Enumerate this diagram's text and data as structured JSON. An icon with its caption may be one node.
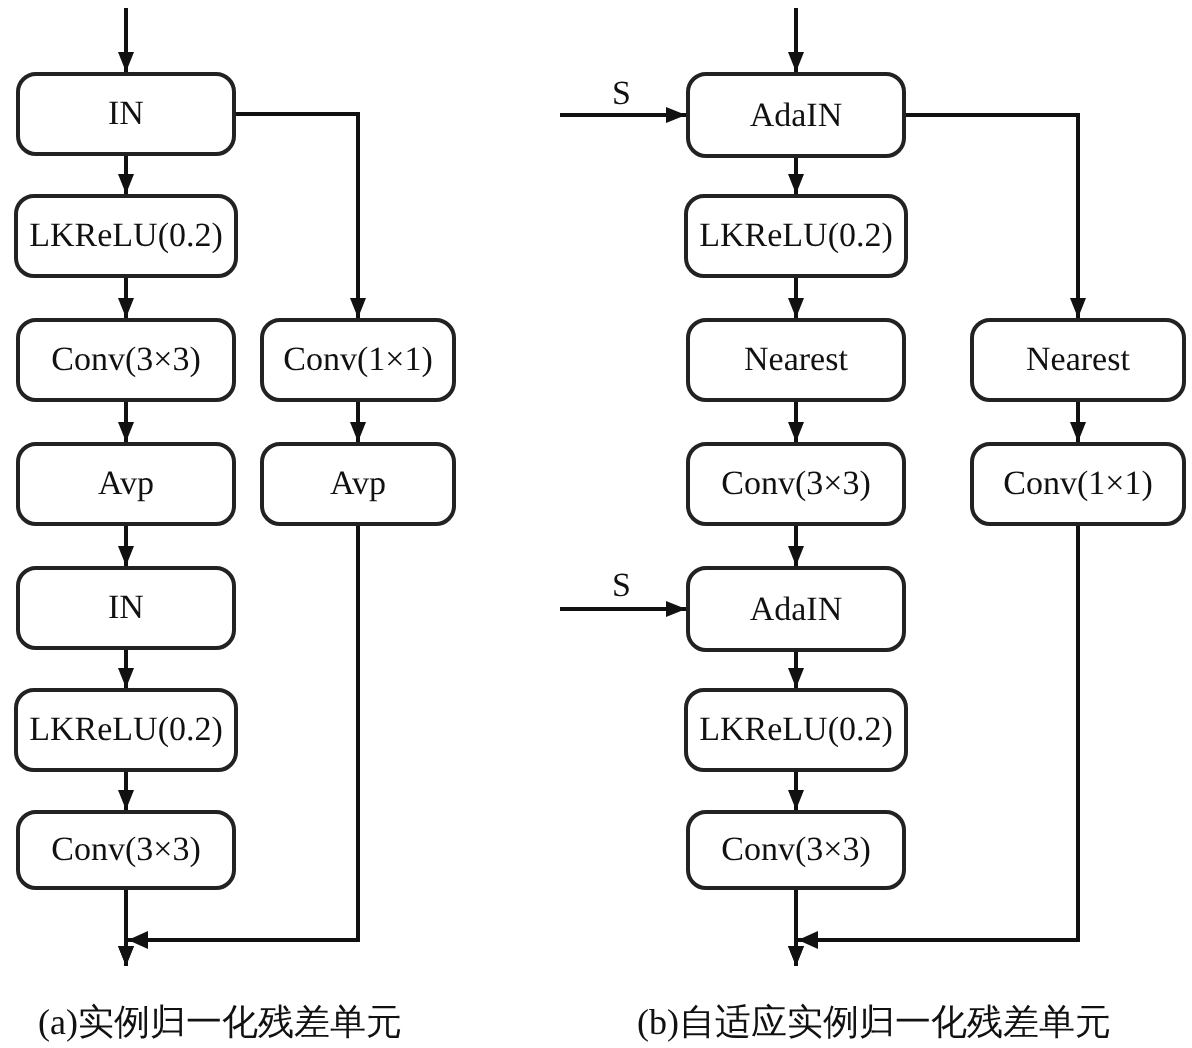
{
  "diagram": {
    "nodes": [
      {
        "text": [
          "IN"
        ]
      },
      {
        "text": [
          "LKReLU(0.2)"
        ]
      },
      {
        "text": [
          "Conv(3×3)"
        ]
      },
      {
        "text": [
          "Conv(1×1)"
        ]
      },
      {
        "text": [
          "Avp"
        ]
      },
      {
        "text": [
          "Avp"
        ]
      },
      {
        "text": [
          "IN"
        ]
      },
      {
        "text": [
          "LKReLU(0.2)"
        ]
      },
      {
        "text": [
          "Conv(3×3)"
        ]
      },
      {
        "text": [
          "AdaIN"
        ]
      },
      {
        "text": [
          "LKReLU(0.2)"
        ]
      },
      {
        "text": [
          "Nearest"
        ]
      },
      {
        "text": [
          "Nearest"
        ]
      },
      {
        "text": [
          "Conv(3×3)"
        ]
      },
      {
        "text": [
          "Conv(1×1)"
        ]
      },
      {
        "text": [
          "AdaIN"
        ]
      },
      {
        "text": [
          "LKReLU(0.2)"
        ]
      },
      {
        "text": [
          "Conv(3×3)"
        ]
      }
    ],
    "edges": [
      {
        "from": null,
        "to": 0,
        "arrow": "to"
      },
      {
        "from": 0,
        "to": 1,
        "arrow": "to"
      },
      {
        "from": 1,
        "to": 2,
        "arrow": "to"
      },
      {
        "from": 0,
        "to": 3,
        "arrow": "to"
      },
      {
        "from": 2,
        "to": 4,
        "arrow": "to"
      },
      {
        "from": 3,
        "to": 5,
        "arrow": "to"
      },
      {
        "from": 4,
        "to": 6,
        "arrow": "to"
      },
      {
        "from": 6,
        "to": 7,
        "arrow": "to"
      },
      {
        "from": 7,
        "to": 8,
        "arrow": "to"
      },
      {
        "from": 8,
        "to": null,
        "arrow": "to"
      },
      {
        "from": 5,
        "to": null,
        "arrow": "to"
      },
      {
        "from": null,
        "to": 9,
        "arrow": "to"
      },
      {
        "from": null,
        "to": 9,
        "arrow": "to",
        "label": "S"
      },
      {
        "from": 9,
        "to": 10,
        "arrow": "to"
      },
      {
        "from": 9,
        "to": 12,
        "arrow": "to"
      },
      {
        "from": 10,
        "to": 11,
        "arrow": "to"
      },
      {
        "from": 11,
        "to": 13,
        "arrow": "to"
      },
      {
        "from": 12,
        "to": 14,
        "arrow": "to"
      },
      {
        "from": 13,
        "to": 15,
        "arrow": "to"
      },
      {
        "from": null,
        "to": 15,
        "arrow": "to",
        "label": "S"
      },
      {
        "from": 15,
        "to": 16,
        "arrow": "to"
      },
      {
        "from": 16,
        "to": 17,
        "arrow": "to"
      },
      {
        "from": 17,
        "to": null,
        "arrow": "to"
      },
      {
        "from": 14,
        "to": null,
        "arrow": "to"
      }
    ],
    "labels": [
      "(a)实例归一化残差单元",
      "(b)自适应实例归一化残差单元"
    ]
  }
}
